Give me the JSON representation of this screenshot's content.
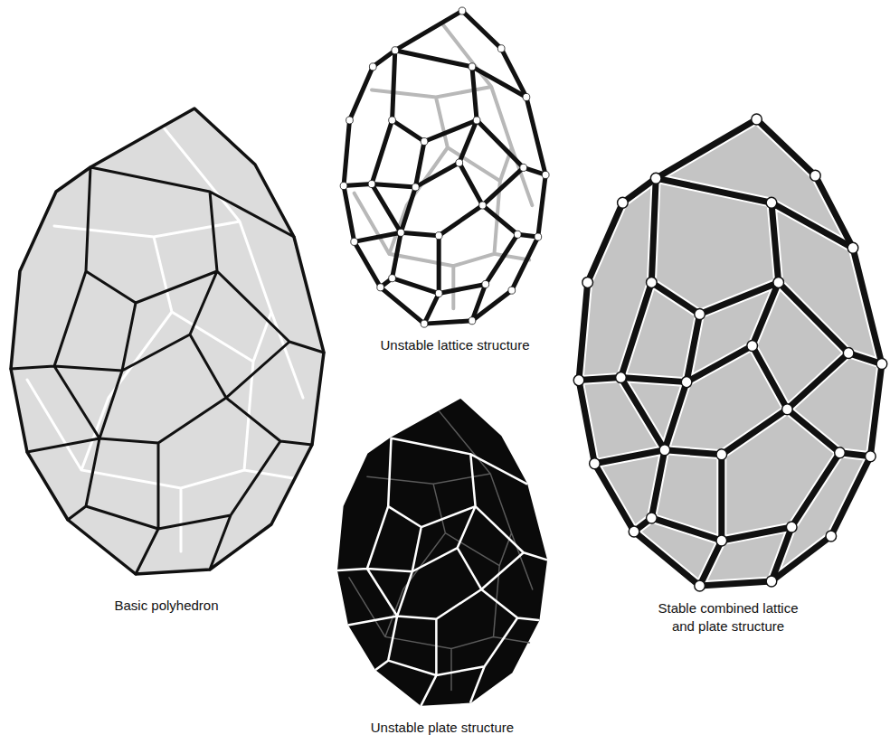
{
  "diagram": {
    "labels": [
      "Unstable lattice structure",
      "Basic polyhedron",
      "Stable combined lattice and plate structure",
      "Unstable plate structure"
    ]
  }
}
